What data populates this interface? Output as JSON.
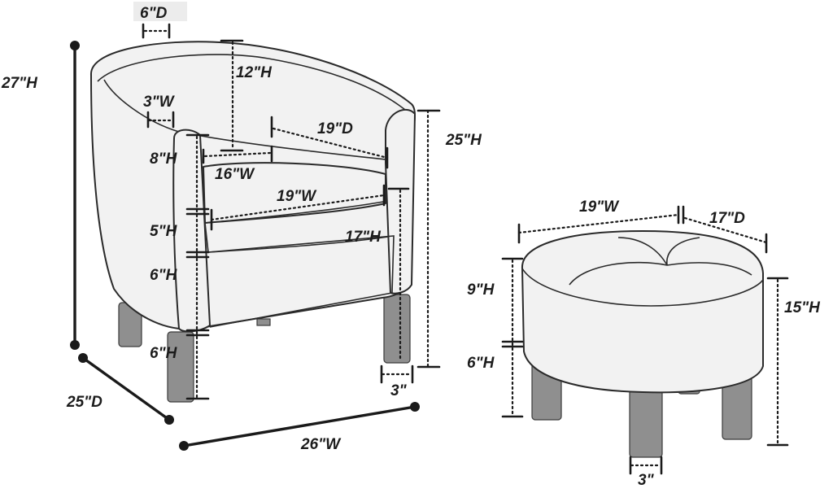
{
  "chair": {
    "overall_height": "27\"H",
    "overall_depth": "25\"D",
    "overall_width": "26\"W",
    "back_depth": "6\"D",
    "back_height": "12\"H",
    "arm_width": "3\"W",
    "seat_depth": "19\"D",
    "arm_height": "8\"H",
    "seat_width_back": "16\"W",
    "seat_width_front": "19\"W",
    "arm_top_height": "25\"H",
    "seat_cushion": "5\"H",
    "seat_front_height": "17\"H",
    "base_height": "6\"H",
    "leg_height": "6\"H",
    "leg_width": "3\""
  },
  "ottoman": {
    "width": "19\"W",
    "depth": "17\"D",
    "cushion_height": "9\"H",
    "leg_height": "6\"H",
    "overall_height": "15\"H",
    "leg_width": "3\""
  }
}
